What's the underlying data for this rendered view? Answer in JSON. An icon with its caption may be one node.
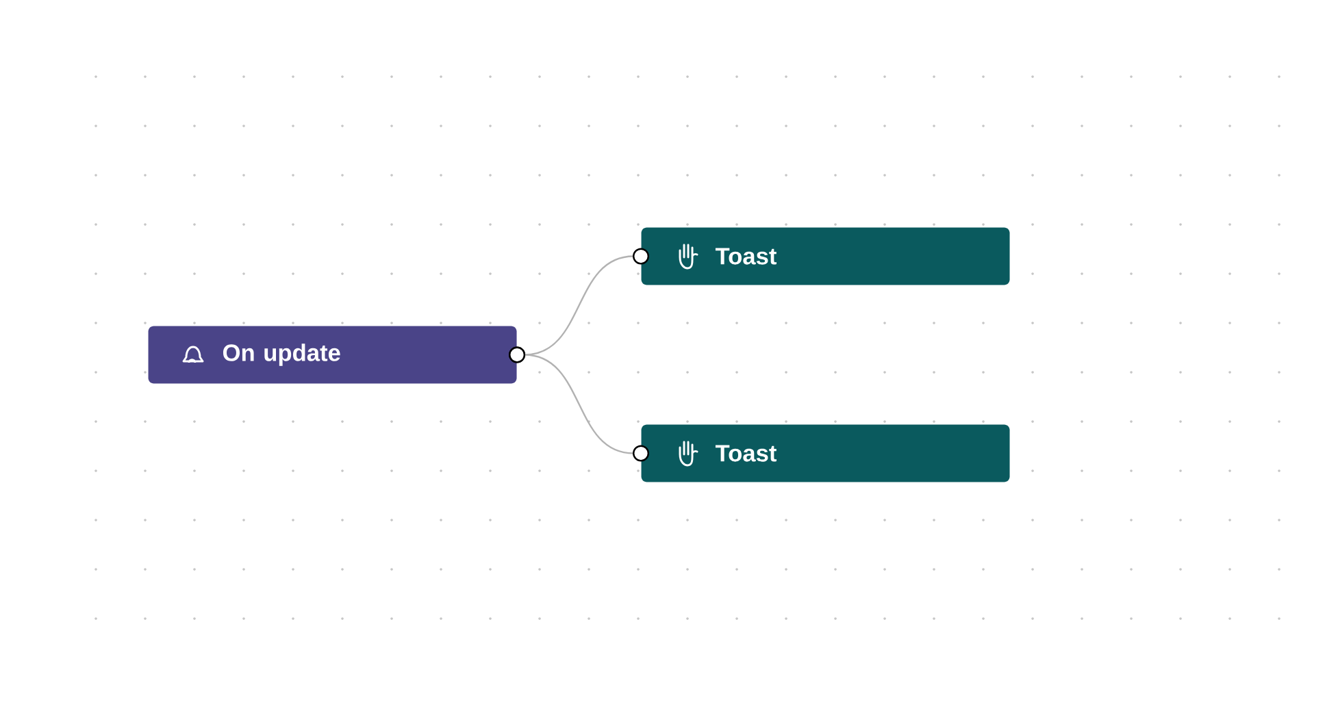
{
  "diagram": {
    "nodes": [
      {
        "text": [
          "On update"
        ]
      },
      {
        "text": [
          "Toast"
        ]
      },
      {
        "text": [
          "Toast"
        ]
      }
    ],
    "edges": [
      {
        "from": 0,
        "to": 1,
        "arrow": "other"
      },
      {
        "from": 0,
        "to": 2,
        "arrow": "other"
      }
    ]
  }
}
